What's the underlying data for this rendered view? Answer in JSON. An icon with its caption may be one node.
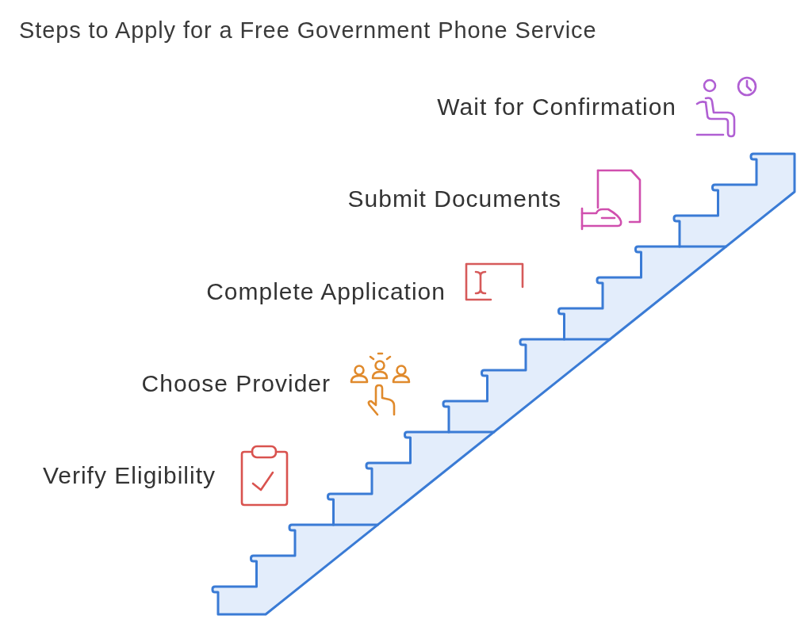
{
  "diagram": {
    "title": "Steps to Apply for a Free Government Phone Service",
    "labels": [
      "Wait for Confirmation",
      "Submit Documents",
      "Complete Application",
      "Choose Provider",
      "Verify Eligibility"
    ]
  }
}
